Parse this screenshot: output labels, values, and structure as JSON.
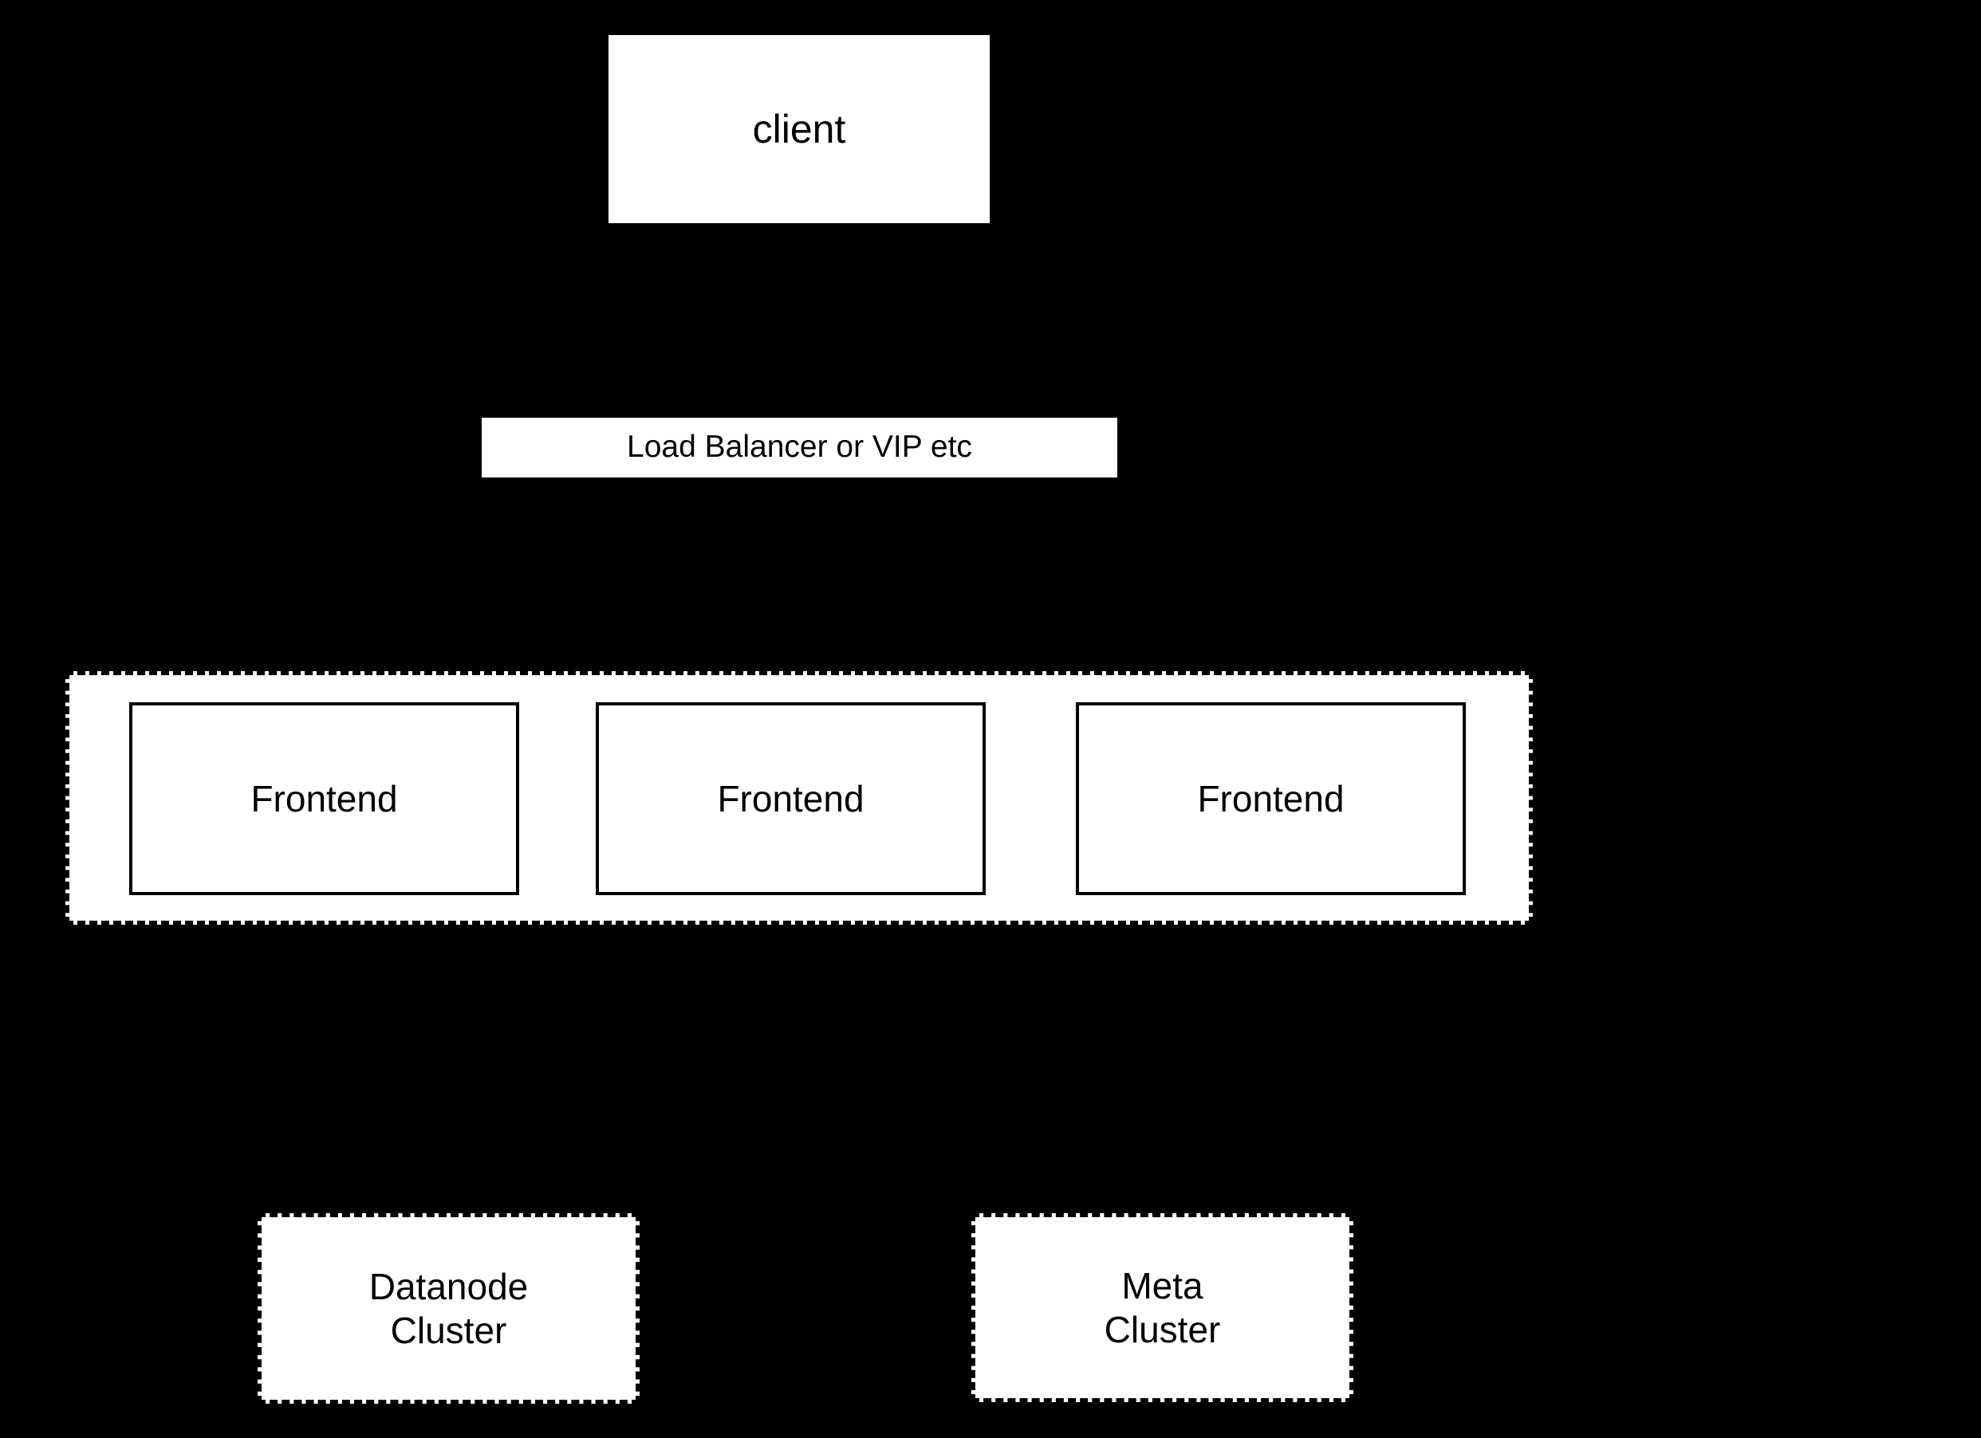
{
  "diagram": {
    "background_color": "#000000",
    "shape_fill_color": "#ffffff",
    "stroke_color": "#000000",
    "nodes": {
      "client": {
        "label": "client",
        "style": "plain-white-box"
      },
      "load_balancer": {
        "label": "Load Balancer or VIP etc",
        "style": "plain-white-box"
      },
      "frontend_cluster": {
        "label": "",
        "style": "dashed-container",
        "members": [
          {
            "label": "Frontend",
            "style": "solid-box"
          },
          {
            "label": "Frontend",
            "style": "solid-box"
          },
          {
            "label": "Frontend",
            "style": "solid-box"
          }
        ]
      },
      "datanode_cluster": {
        "label": "Datanode\nCluster",
        "style": "dashed-box"
      },
      "meta_cluster": {
        "label": "Meta\nCluster",
        "style": "dashed-box"
      }
    }
  }
}
